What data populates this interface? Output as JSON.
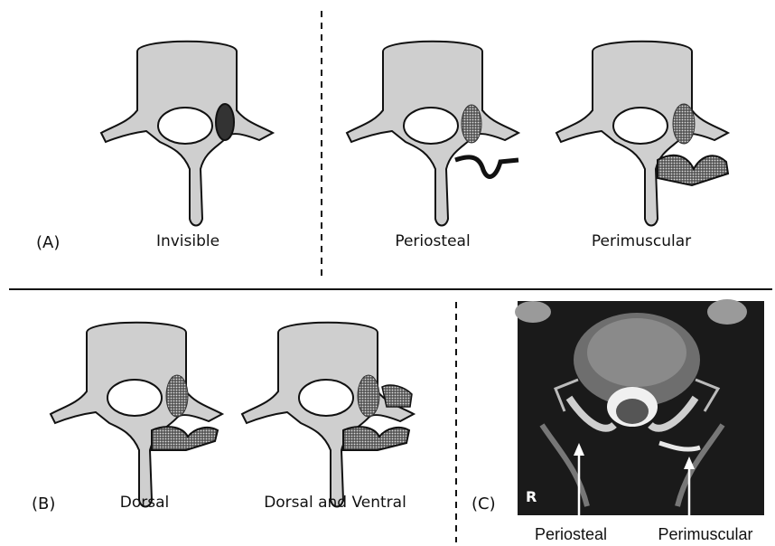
{
  "panel_a": {
    "tag": "(A)",
    "labels": [
      "Invisible",
      "Periosteal",
      "Perimuscular"
    ]
  },
  "panel_b": {
    "tag": "(B)",
    "labels": [
      "Dorsal",
      "Dorsal and Ventral"
    ]
  },
  "panel_c": {
    "tag": "(C)",
    "side_marker": "R",
    "arrow_labels": [
      "Periosteal",
      "Perimuscular"
    ]
  },
  "colors": {
    "vertebra_fill": "#cfcfcf",
    "outline": "#111111",
    "stipple": "#333333",
    "mri_background": "#1a1a1a"
  }
}
